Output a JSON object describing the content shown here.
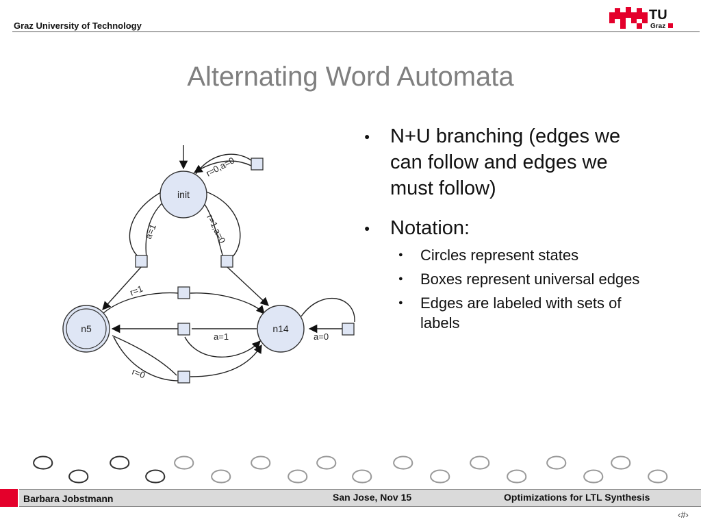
{
  "header": {
    "institution": "Graz University of Technology"
  },
  "logo": {
    "tu": "TU",
    "graz": "Graz"
  },
  "slide": {
    "title": "Alternating Word Automata",
    "bullets": [
      {
        "text": "N+U branching (edges we can follow and edges we must follow)"
      },
      {
        "text": "Notation:"
      }
    ],
    "subbullets": [
      "Circles represent states",
      "Boxes represent universal edges",
      "Edges are labeled with sets of labels"
    ]
  },
  "diagram": {
    "states": {
      "init": "init",
      "n5": "n5",
      "n14": "n14"
    },
    "labels": {
      "init_self": "r=0,a=0",
      "init_to_n5": "a=1",
      "init_to_n14": "r=1,a=0",
      "n5_to_n14": "r=1",
      "n14_to_n5": "a=1",
      "n5_bottom": "r=0",
      "n14_self": "a=0"
    }
  },
  "footer": {
    "author": "Barbara Jobstmann",
    "place_date": "San Jose, Nov 15",
    "talk": "Optimizations for LTL Synthesis",
    "page": "‹#›"
  }
}
